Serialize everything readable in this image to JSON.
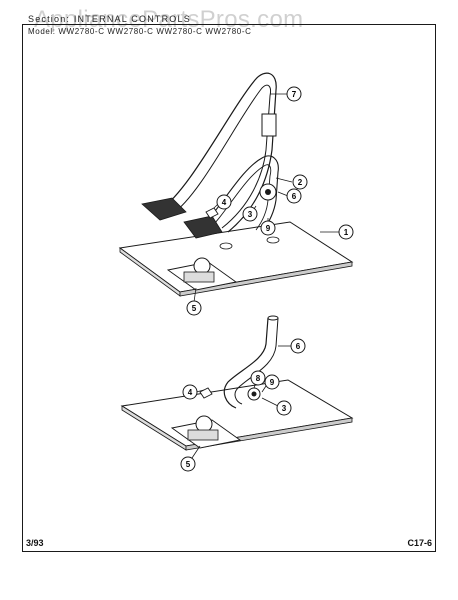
{
  "watermark": "AppliancePartsPros.com",
  "header": {
    "section_line": "Section: INTERNAL CONTROLS",
    "model_line": "Model: WW2780-C  WW2780-C  WW2780-C  WW2780-C"
  },
  "footer": {
    "date": "3/93",
    "page_code": "C17-6"
  },
  "callouts": {
    "upper": [
      "7",
      "2",
      "6",
      "4",
      "3",
      "9",
      "1",
      "5"
    ],
    "lower": [
      "6",
      "4",
      "8",
      "9",
      "3",
      "5"
    ]
  },
  "colors": {
    "line": "#1a1a1a",
    "panel": "#ffffff",
    "watermark": "#9a9a9a"
  }
}
